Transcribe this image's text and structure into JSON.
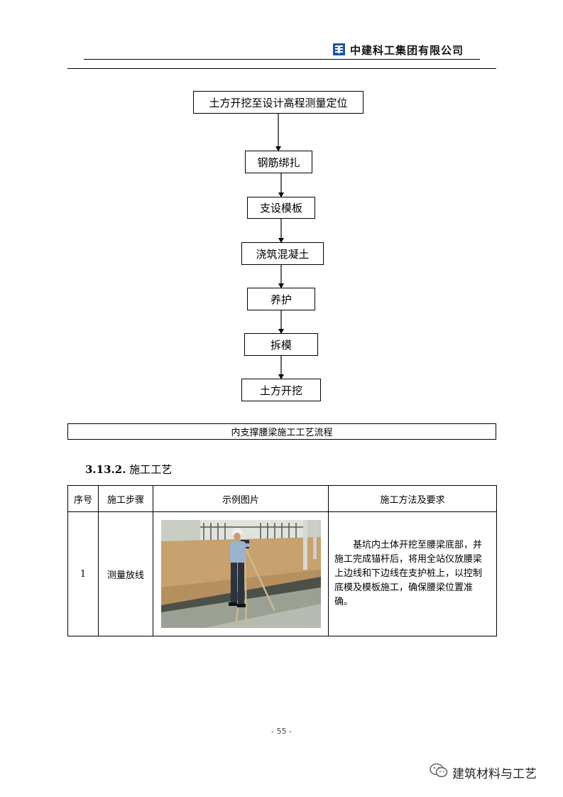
{
  "header": {
    "company": "中建科工集团有限公司",
    "logo_color": "#1a56a8"
  },
  "flow": {
    "steps": [
      "土方开挖至设计高程测量定位",
      "钢筋绑扎",
      "支设模板",
      "浇筑混凝土",
      "养护",
      "拆模",
      "土方开挖"
    ],
    "caption": "内支撑腰梁施工工艺流程"
  },
  "section": {
    "number": "3.13.2.",
    "title": "施工工艺"
  },
  "table": {
    "headers": [
      "序号",
      "施工步骤",
      "示例图片",
      "施工方法及要求"
    ],
    "rows": [
      {
        "index": "1",
        "step": "测量放线",
        "image_icon": "surveyor-photo",
        "method": "基坑内土体开挖至腰梁底部，并施工完成锚杆后，将用全站仪放腰梁上边线和下边线在支护桩上，以控制底模及模板施工，确保腰梁位置准确。"
      }
    ]
  },
  "footer": {
    "page_number": "- 55 -",
    "watermark": "建筑材料与工艺",
    "watermark_icon": "wechat-icon"
  }
}
